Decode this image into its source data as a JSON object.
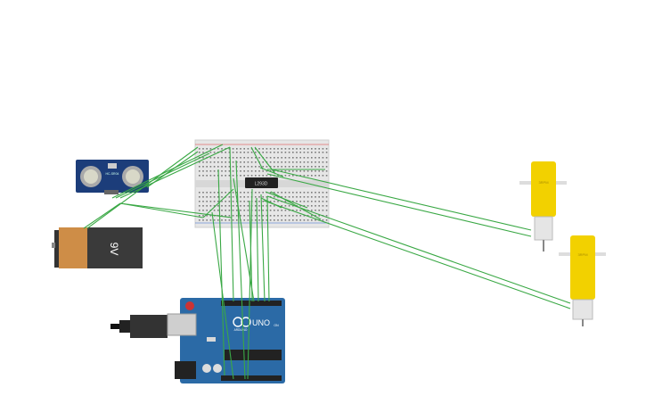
{
  "workspace": {
    "background": "#ffffff",
    "wire_color": "#3aa845"
  },
  "components": {
    "ultrasonic": {
      "label": "HC-SR04",
      "color": "#1c3d7a"
    },
    "battery": {
      "label": "9V",
      "terminal_plus": "+",
      "terminal_minus": "-"
    },
    "breadboard": {
      "color": "#e8e8e8"
    },
    "driver_ic": {
      "label": "L293D"
    },
    "motor_1": {
      "label": "3RPM",
      "color": "#f2d100"
    },
    "motor_2": {
      "label": "3RPM",
      "color": "#f2d100"
    },
    "arduino": {
      "brand": "UNO",
      "logo": "ARDUINO",
      "on_label": "ON",
      "color": "#2b6aa6"
    }
  }
}
